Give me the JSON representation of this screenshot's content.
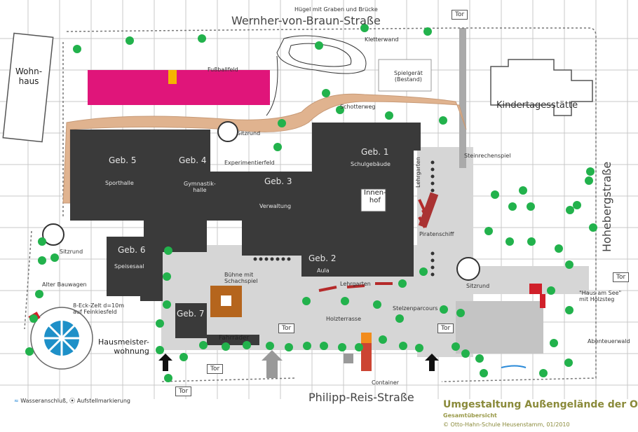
{
  "streets": {
    "north": "Wernher-von-Braun-Straße",
    "south": "Philipp-Reis-Straße",
    "east": "Hohebergstraße"
  },
  "gate_label": "Tor",
  "buildings": {
    "wohnhaus": "Wohn-\nhaus",
    "kindergarten": "Kindertagesstätte",
    "geb5": "Geb. 5",
    "geb5_sub": "Sporthalle",
    "geb4": "Geb. 4",
    "geb4_sub": "Gymnastik-\nhalle",
    "geb3": "Geb. 3",
    "geb3_sub": "Verwaltung",
    "geb1": "Geb. 1",
    "geb1_sub": "Schulgebäude",
    "innenhof": "Innen-\nhof",
    "geb6": "Geb. 6",
    "geb6_sub": "Speisesaal",
    "geb2": "Geb. 2",
    "geb2_sub": "Aula",
    "geb7": "Geb. 7",
    "hausmeister": "Hausmeister-\nwohnung",
    "fahrraeder": "Fahrräder"
  },
  "labels": {
    "huegel": "Hügel mit Graben und Brücke",
    "kletterwand": "Kletterwand",
    "fussballfeld": "Fußballfeld",
    "spielgeraet": "Spielgerät\n(Bestand)",
    "schotterweg": "Schotterweg",
    "sitzrund_1": "Sitzrund",
    "experimentierfeld": "Experimentierfeld",
    "steinrechenspiel": "Steinrechenspiel",
    "lehrgarten_v": "Lehrgarten",
    "lehrgarten_h": "Lehrgarten",
    "piratenschiff": "Piratenschiff",
    "sitzrund_2": "Sitzrund",
    "sitzrund_3": "Sitzrund",
    "alter_bauwagen": "Alter Bauwagen",
    "zelt": "8-Eck-Zelt d=10m\nauf Feinkiesfeld",
    "buehne": "Bühne mit\nSchachspiel",
    "holzterrasse": "Holzterrasse",
    "stelzenparcours": "Stelzenparcours",
    "haus_am_see": "\"Haus am See\"\nmit Holzsteg",
    "abenteuerwald": "Abenteuerwald",
    "container": "Container"
  },
  "legend": {
    "water": "Wasseranschluß,",
    "marker": "Aufstellmarkierung"
  },
  "title": {
    "main": "Umgestaltung Außengelände der OHS",
    "sub": "Gesamtübersicht",
    "credit": "© Otto-Hahn-Schule Heusenstamm, 01/2010"
  },
  "colors": {
    "building_dark": "#3a3a3a",
    "path": "#e0b38f",
    "tree": "#22b24c",
    "field_pink": "#e0157a",
    "marker": "#b59a3a"
  }
}
